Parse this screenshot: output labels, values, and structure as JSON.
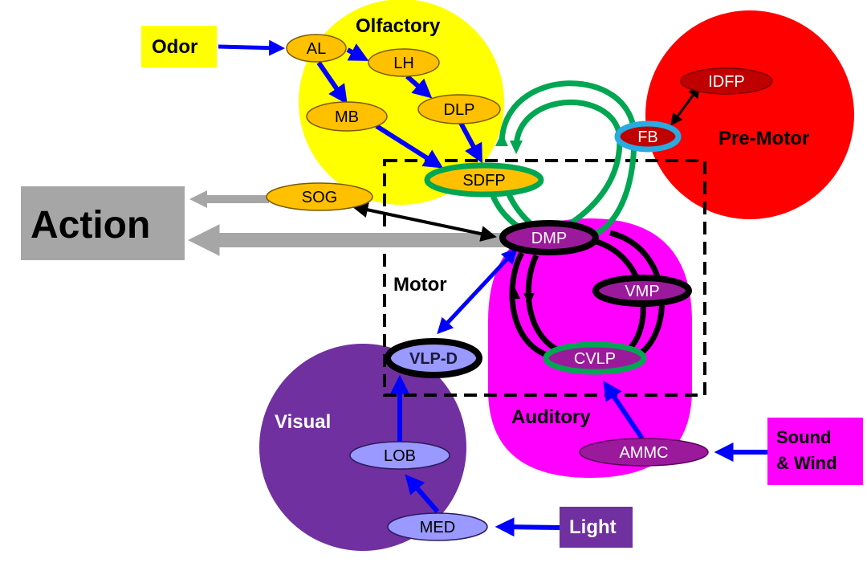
{
  "diagram": {
    "title": "Insect brain sensory-motor circuit diagram",
    "colors": {
      "olfactory": "#ffff00",
      "premotor": "#ff0000",
      "auditory": "#ff00ff",
      "visual": "#7030a0",
      "action": "#a6a6a6",
      "node_orange": "#ffc000",
      "node_purple": "#9b1a9b",
      "node_red": "#c00000",
      "node_lavender": "#9999ff",
      "arrow_blue": "#0000ff",
      "loop_green": "#00a651",
      "fb_ring": "#29abe2"
    },
    "regions": {
      "olfactory": "Olfactory",
      "premotor": "Pre-Motor",
      "motor": "Motor",
      "auditory": "Auditory",
      "visual": "Visual"
    },
    "inputs": {
      "odor": "Odor",
      "light": "Light",
      "sound_line1": "Sound",
      "sound_line2": "& Wind"
    },
    "output": {
      "action": "Action"
    },
    "nodes": {
      "al": "AL",
      "lh": "LH",
      "mb": "MB",
      "dlp": "DLP",
      "sdfp": "SDFP",
      "sog": "SOG",
      "idfp": "IDFP",
      "fb": "FB",
      "dmp": "DMP",
      "vmp": "VMP",
      "cvlp": "CVLP",
      "vlpd": "VLP-D",
      "lob": "LOB",
      "med": "MED",
      "ammc": "AMMC"
    },
    "connections": [
      {
        "from": "Odor",
        "to": "AL"
      },
      {
        "from": "AL",
        "to": "LH"
      },
      {
        "from": "AL",
        "to": "MB"
      },
      {
        "from": "LH",
        "to": "DLP"
      },
      {
        "from": "MB",
        "to": "SDFP"
      },
      {
        "from": "DLP",
        "to": "SDFP"
      },
      {
        "from": "SOG",
        "to": "Action"
      },
      {
        "from": "DMP",
        "to": "Action"
      },
      {
        "from": "SOG",
        "to": "DMP",
        "bidirectional": true
      },
      {
        "from": "IDFP",
        "to": "FB",
        "bidirectional": true
      },
      {
        "from": "DMP",
        "to": "VLP-D",
        "bidirectional": true
      },
      {
        "from": "LOB",
        "to": "VLP-D"
      },
      {
        "from": "MED",
        "to": "LOB"
      },
      {
        "from": "Light",
        "to": "MED"
      },
      {
        "from": "AMMC",
        "to": "CVLP"
      },
      {
        "from": "Sound & Wind",
        "to": "AMMC"
      },
      {
        "from": "SDFP",
        "to": "FB",
        "via": "DMP",
        "type": "green loop"
      },
      {
        "from": "DMP",
        "to": "CVLP",
        "via": "VMP",
        "type": "black loop"
      }
    ]
  }
}
